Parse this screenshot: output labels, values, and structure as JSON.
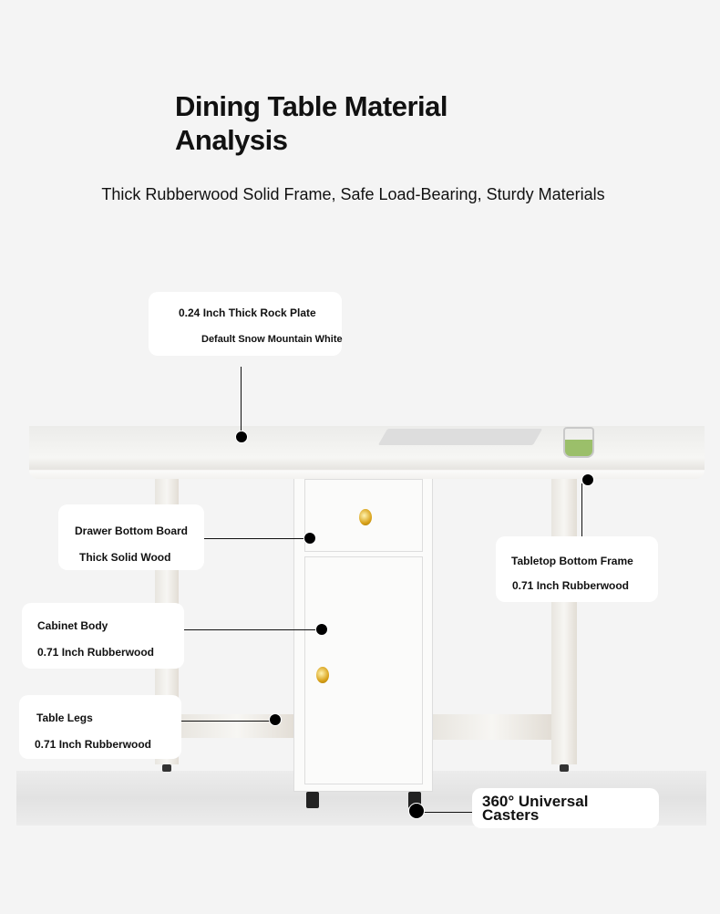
{
  "header": {
    "title_line1": "Dining Table Material",
    "title_line2": "Analysis",
    "subtitle": "Thick Rubberwood Solid Frame, Safe Load-Bearing, Sturdy Materials"
  },
  "callouts": [
    {
      "title": "0.24 Inch Thick Rock Plate",
      "detail": "Default Snow Mountain White"
    },
    {
      "title": "Drawer Bottom Board",
      "detail": "Thick Solid Wood"
    },
    {
      "title": "Tabletop Bottom Frame",
      "detail": "0.71 Inch Rubberwood"
    },
    {
      "title": "Cabinet Body",
      "detail": "0.71 Inch Rubberwood"
    },
    {
      "title": "Table Legs",
      "detail": "0.71 Inch Rubberwood"
    },
    {
      "title": "360° Universal",
      "detail": "Casters"
    }
  ]
}
